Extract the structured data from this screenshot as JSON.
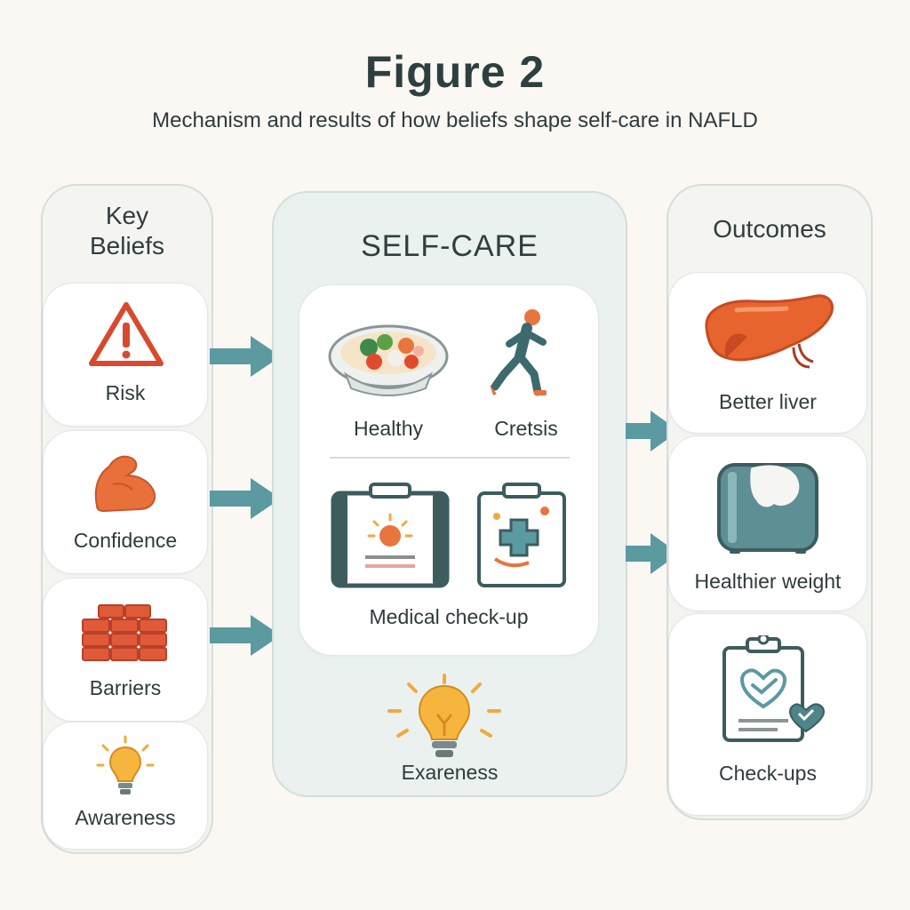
{
  "header": {
    "title": "Figure 2",
    "subtitle": "Mechanism and results of how beliefs shape self-care in NAFLD"
  },
  "beliefs": {
    "heading_line1": "Key",
    "heading_line2": "Beliefs",
    "items": [
      {
        "label": "Risk",
        "icon": "warning-icon"
      },
      {
        "label": "Confidence",
        "icon": "flexed-arm-icon"
      },
      {
        "label": "Barriers",
        "icon": "brick-wall-icon"
      },
      {
        "label": "Awareness",
        "icon": "lightbulb-icon"
      }
    ]
  },
  "selfcare": {
    "heading": "SELF-CARE",
    "items": [
      {
        "label": "Healthy",
        "icon": "salad-bowl-icon"
      },
      {
        "label": "Cretsis",
        "icon": "running-person-icon"
      },
      {
        "label": "Medical check-up",
        "icon": "clipboard-icon"
      }
    ],
    "awareness_label": "Exareness",
    "awareness_icon": "lightbulb-icon"
  },
  "outcomes": {
    "heading": "Outcomes",
    "items": [
      {
        "label": "Better liver",
        "icon": "liver-icon"
      },
      {
        "label": "Healthier weight",
        "icon": "scale-icon"
      },
      {
        "label": "Check-ups",
        "icon": "heart-clipboard-icon"
      }
    ]
  },
  "colors": {
    "arrow": "#5a9aa0",
    "accent_red": "#d9492f",
    "accent_orange": "#e8703a",
    "accent_yellow": "#f4b03a",
    "teal_dark": "#3d6a6e"
  }
}
